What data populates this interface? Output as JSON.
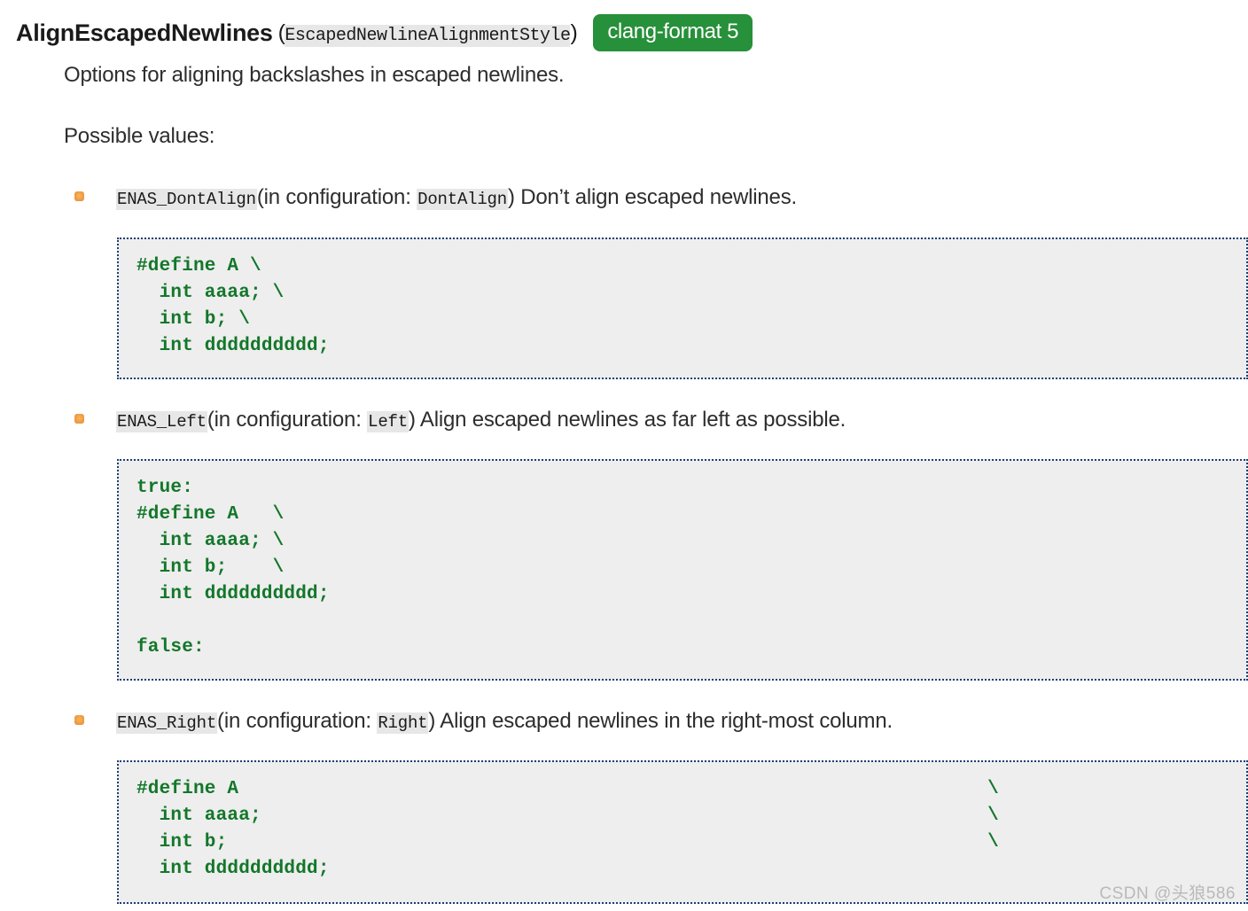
{
  "heading": {
    "option_name": "AlignEscapedNewlines",
    "open_paren": "(",
    "type_name": "EscapedNewlineAlignmentStyle",
    "close_paren": ")",
    "badge_label": "clang-format 5",
    "badge_color": "#27903a"
  },
  "body": {
    "description": "Options for aligning backslashes in escaped newlines.",
    "possible_values_label": "Possible values:"
  },
  "values": [
    {
      "enum_name": "ENAS_DontAlign",
      "config_prefix": "(in configuration: ",
      "config_name": "DontAlign",
      "config_suffix": ")",
      "description": " Don’t align escaped newlines.",
      "code": "#define A \\\n  int aaaa; \\\n  int b; \\\n  int dddddddddd;"
    },
    {
      "enum_name": "ENAS_Left",
      "config_prefix": "(in configuration: ",
      "config_name": "Left",
      "config_suffix": ")",
      "description": " Align escaped newlines as far left as possible.",
      "code": "true:\n#define A   \\\n  int aaaa; \\\n  int b;    \\\n  int dddddddddd;\n\nfalse:"
    },
    {
      "enum_name": "ENAS_Right",
      "config_prefix": "(in configuration: ",
      "config_name": "Right",
      "config_suffix": ")",
      "description": " Align escaped newlines in the right-most column.",
      "code": "#define A                                                                  \\\n  int aaaa;                                                                \\\n  int b;                                                                   \\\n  int dddddddddd;"
    }
  ],
  "watermark": "CSDN @头狼586",
  "colors": {
    "code_text": "#13772a",
    "code_background": "#eeeeee",
    "code_border": "#1f3f75",
    "inline_code_background": "#e7e7e7",
    "bullet_marker": "#f0a24a"
  }
}
